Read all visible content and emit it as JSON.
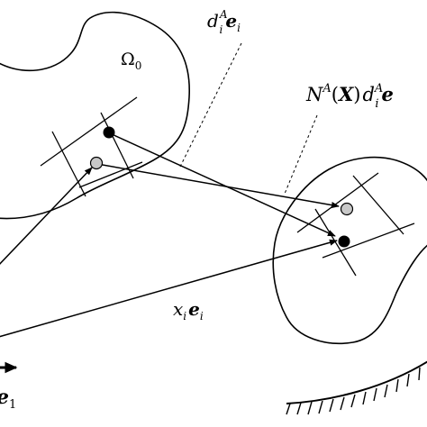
{
  "labels": {
    "omega": {
      "base": "Ω",
      "sub": "0"
    },
    "disp": {
      "base": "d",
      "sub": "i",
      "sup": "A",
      "vec": "e",
      "vec_sub": "i"
    },
    "shape": {
      "N": "N",
      "sup": "A",
      "open": "(",
      "X": "X",
      "close": ")",
      "d": "d",
      "d_sub": "i",
      "d_sup": "A",
      "vec": "e"
    },
    "position": {
      "x": "x",
      "sub": "i",
      "vec": "e",
      "vec_sub": "i"
    },
    "basis": {
      "vec": "e",
      "sub": "1"
    }
  },
  "colors": {
    "ink": "#000000",
    "reference_node": "#c8c8c8",
    "current_node": "#000000",
    "background": "#ffffff"
  }
}
